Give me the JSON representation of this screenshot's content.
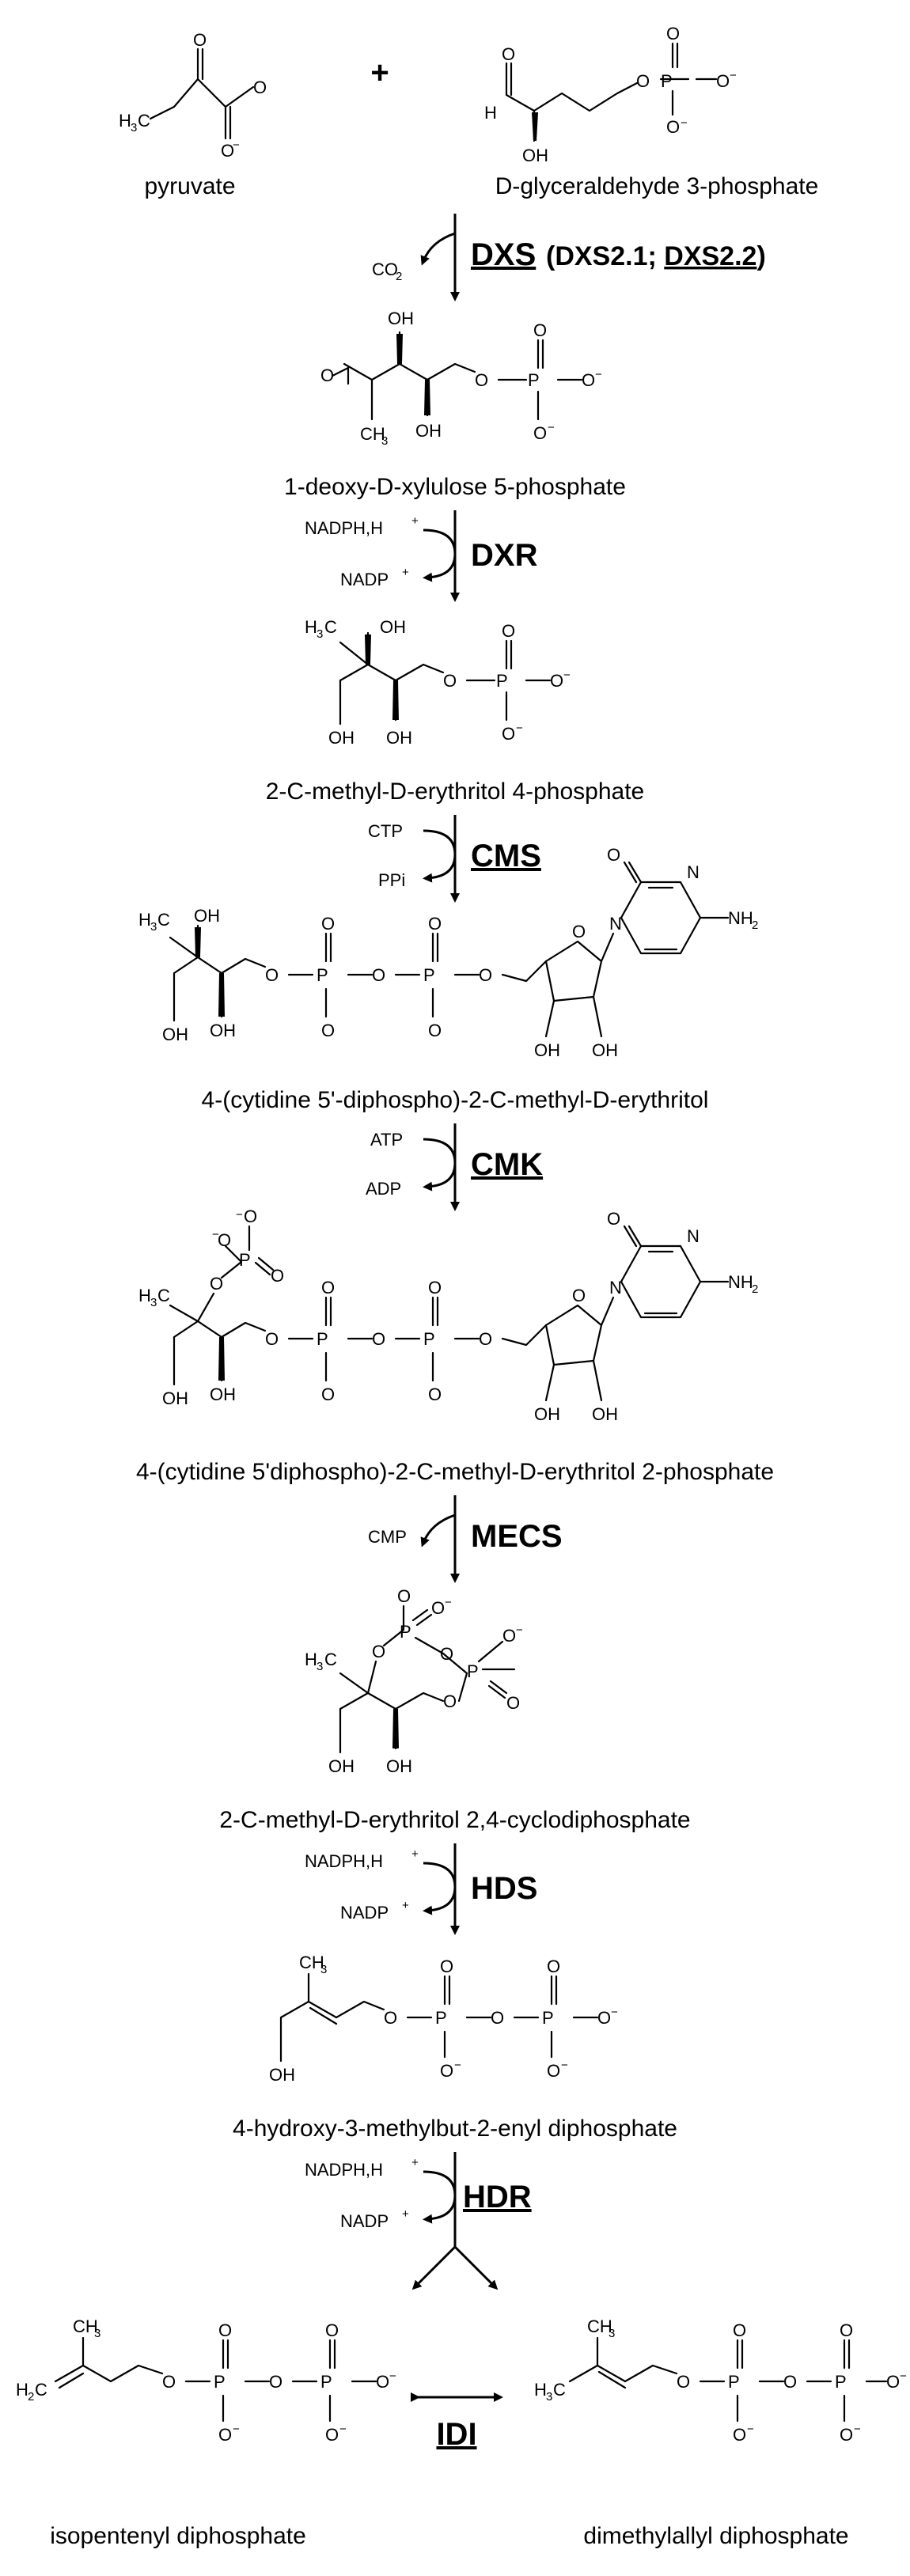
{
  "compounds": {
    "pyruvate": "pyruvate",
    "gap": "D-glyceraldehyde 3-phosphate",
    "dxp": "1-deoxy-D-xylulose 5-phosphate",
    "mep": "2-C-methyl-D-erythritol 4-phosphate",
    "cdpme": "4-(cytidine 5'-diphospho)-2-C-methyl-D-erythritol",
    "cdpmep": "4-(cytidine 5'diphospho)-2-C-methyl-D-erythritol 2-phosphate",
    "mecpp": "2-C-methyl-D-erythritol 2,4-cyclodiphosphate",
    "hmbpp": "4-hydroxy-3-methylbut-2-enyl diphosphate",
    "ipp": "isopentenyl diphosphate",
    "dmapp": "dimethylallyl diphosphate"
  },
  "plus_sign": "+",
  "enzymes": {
    "dxs": "DXS",
    "dxs_paralogs_open": "(DXS2.1; ",
    "dxs_paralog2": "DXS2.2",
    "dxs_paralogs_close": ")",
    "dxr": "DXR",
    "cms": "CMS",
    "cmk": "CMK",
    "mecs": "MECS",
    "hds": "HDS",
    "hdr": "HDR",
    "idi": "IDI"
  },
  "cofactors": {
    "co2": "CO",
    "co2_sub": "2",
    "nadph": "NADPH,H",
    "nadp": "NADP",
    "ctp": "CTP",
    "ppi": "PPi",
    "atp": "ATP",
    "adp": "ADP",
    "cmp": "CMP",
    "plus_charge": "+"
  },
  "atoms": {
    "O": "O",
    "OH": "OH",
    "P": "P",
    "N": "N",
    "H": "H",
    "H3C": "H",
    "CH3": "CH",
    "NH2": "NH",
    "H2C": "H",
    "three": "3",
    "two": "2",
    "minus": "−"
  }
}
